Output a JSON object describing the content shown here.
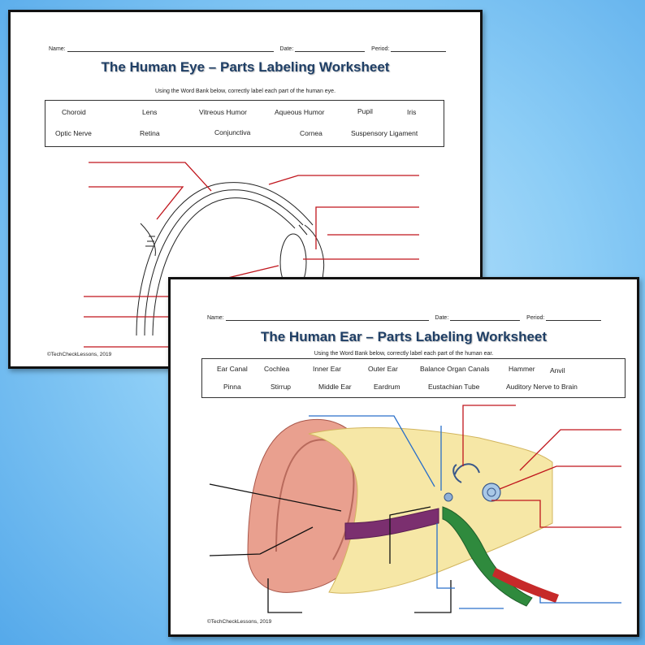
{
  "eye": {
    "field_labels": {
      "name": "Name:",
      "date": "Date:",
      "period": "Period:"
    },
    "title": "The Human Eye – Parts Labeling Worksheet",
    "instructions": "Using the Word Bank below, correctly label each part of the human eye.",
    "word_bank": [
      "Choroid",
      "Lens",
      "Vitreous Humor",
      "Aqueous Humor",
      "Pupil",
      "Iris",
      "Optic Nerve",
      "Retina",
      "Conjunctiva",
      "Cornea",
      "Suspensory Ligament"
    ],
    "copyright": "©TechCheckLessons, 2019"
  },
  "ear": {
    "field_labels": {
      "name": "Name:",
      "date": "Date:",
      "period": "Period:"
    },
    "title": "The Human Ear – Parts Labeling Worksheet",
    "instructions": "Using the Word Bank below, correctly label each part of the human ear.",
    "word_bank": [
      "Ear Canal",
      "Cochlea",
      "Inner Ear",
      "Outer Ear",
      "Balance Organ Canals",
      "Hammer",
      "Anvil",
      "Pinna",
      "Stirrup",
      "Middle Ear",
      "Eardrum",
      "Eustachian Tube",
      "Auditory Nerve to Brain"
    ],
    "copyright": "©TechCheckLessons, 2019"
  },
  "colors": {
    "label_line_red": "#c0151c",
    "label_line_blue": "#2a6fc9",
    "title_blue": "#1f3f66"
  }
}
